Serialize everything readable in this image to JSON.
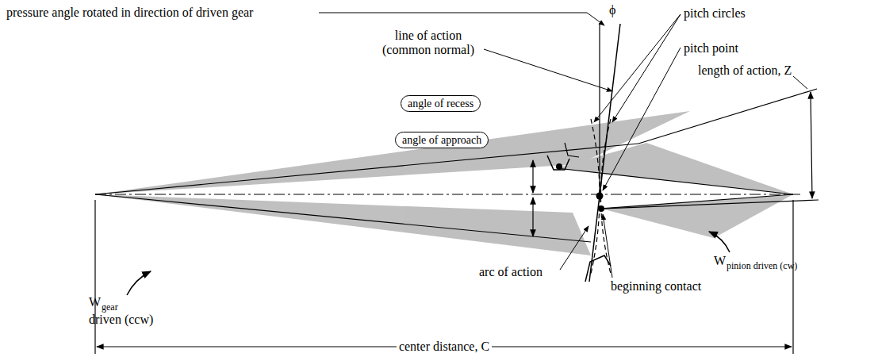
{
  "diagram": {
    "nodes": [
      {
        "text": [
          "angle of recess"
        ]
      },
      {
        "text": [
          "angle of approach"
        ]
      }
    ],
    "labels": [
      "pressure angle rotated in direction of driven gear",
      "ϕ",
      "pitch circles",
      "line of action (common normal)",
      "pitch point",
      "length of action, Z",
      "W",
      "gear",
      "driven (ccw)",
      "arc of action",
      "beginning contact",
      "W",
      "pinion driven (cw)",
      "center distance, C"
    ]
  }
}
